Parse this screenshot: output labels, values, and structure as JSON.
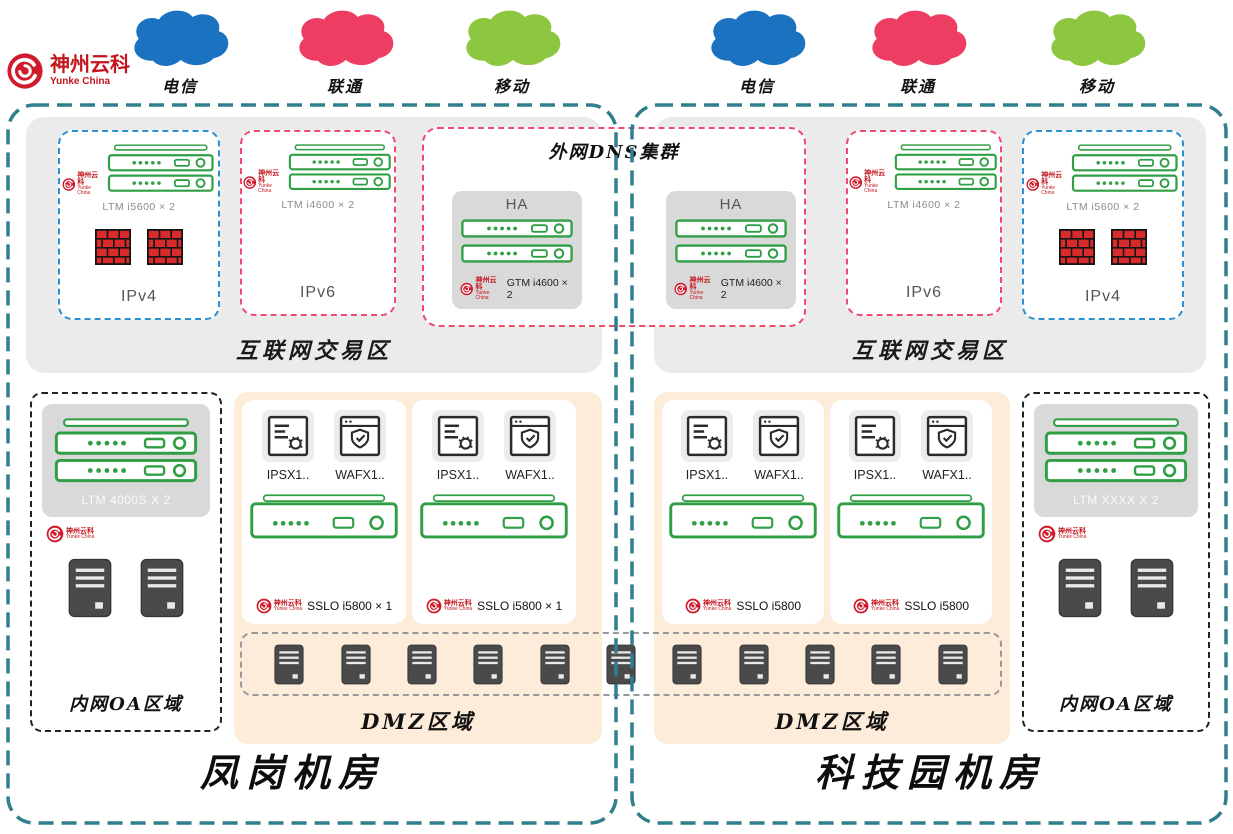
{
  "brand": {
    "name": "神州云科",
    "sub": "Yunke China"
  },
  "clouds": {
    "left": [
      {
        "label": "电信",
        "color": "#1b72c0"
      },
      {
        "label": "联通",
        "color": "#ee3d63"
      },
      {
        "label": "移动",
        "color": "#8dc63f"
      }
    ],
    "right": [
      {
        "label": "电信",
        "color": "#1b72c0"
      },
      {
        "label": "联通",
        "color": "#ee3d63"
      },
      {
        "label": "移动",
        "color": "#8dc63f"
      }
    ]
  },
  "dns_cluster": {
    "title": "外网DNS集群",
    "ha_label": "HA",
    "gtm_label": "GTM i4600 × 2"
  },
  "left_dc": {
    "internet_zone": {
      "label": "互联网交易区",
      "ipv4": {
        "device_label": "LTM i5600 × 2",
        "label": "IPv4"
      },
      "ipv6": {
        "device_label": "LTM i4600 × 2",
        "label": "IPv6"
      }
    },
    "oa_zone": {
      "device_label": "LTM 4000S X 2",
      "label": "内网OA区域"
    },
    "dmz": {
      "label": "DMZ区域",
      "units": [
        {
          "ips_label": "IPSX1..",
          "waf_label": "WAFX1..",
          "sslo_label": "SSLO i5800 × 1"
        },
        {
          "ips_label": "IPSX1..",
          "waf_label": "WAFX1..",
          "sslo_label": "SSLO i5800 × 1"
        }
      ]
    },
    "room_label": "凤岗机房"
  },
  "right_dc": {
    "internet_zone": {
      "label": "互联网交易区",
      "ipv6": {
        "device_label": "LTM i4600 × 2",
        "label": "IPv6"
      },
      "ipv4": {
        "device_label": "LTM i5600 × 2",
        "label": "IPv4"
      }
    },
    "oa_zone": {
      "device_label": "LTM XXXX X 2",
      "label": "内网OA区域"
    },
    "dmz": {
      "label": "DMZ区域",
      "units": [
        {
          "ips_label": "IPSX1..",
          "waf_label": "WAFX1..",
          "sslo_label": "SSLO i5800"
        },
        {
          "ips_label": "IPSX1..",
          "waf_label": "WAFX1..",
          "sslo_label": "SSLO i5800"
        }
      ]
    },
    "room_label": "科技园机房"
  },
  "colors": {
    "border_teal": "#2f7f8c",
    "ipv4_blue": "#2b8fd0",
    "ipv6_red": "#ee4b6e",
    "device_green": "#2f9e44",
    "firewall_red": "#d92b2b",
    "dmz_peach": "#fcecd9",
    "logo_red": "#cf1b2b"
  }
}
